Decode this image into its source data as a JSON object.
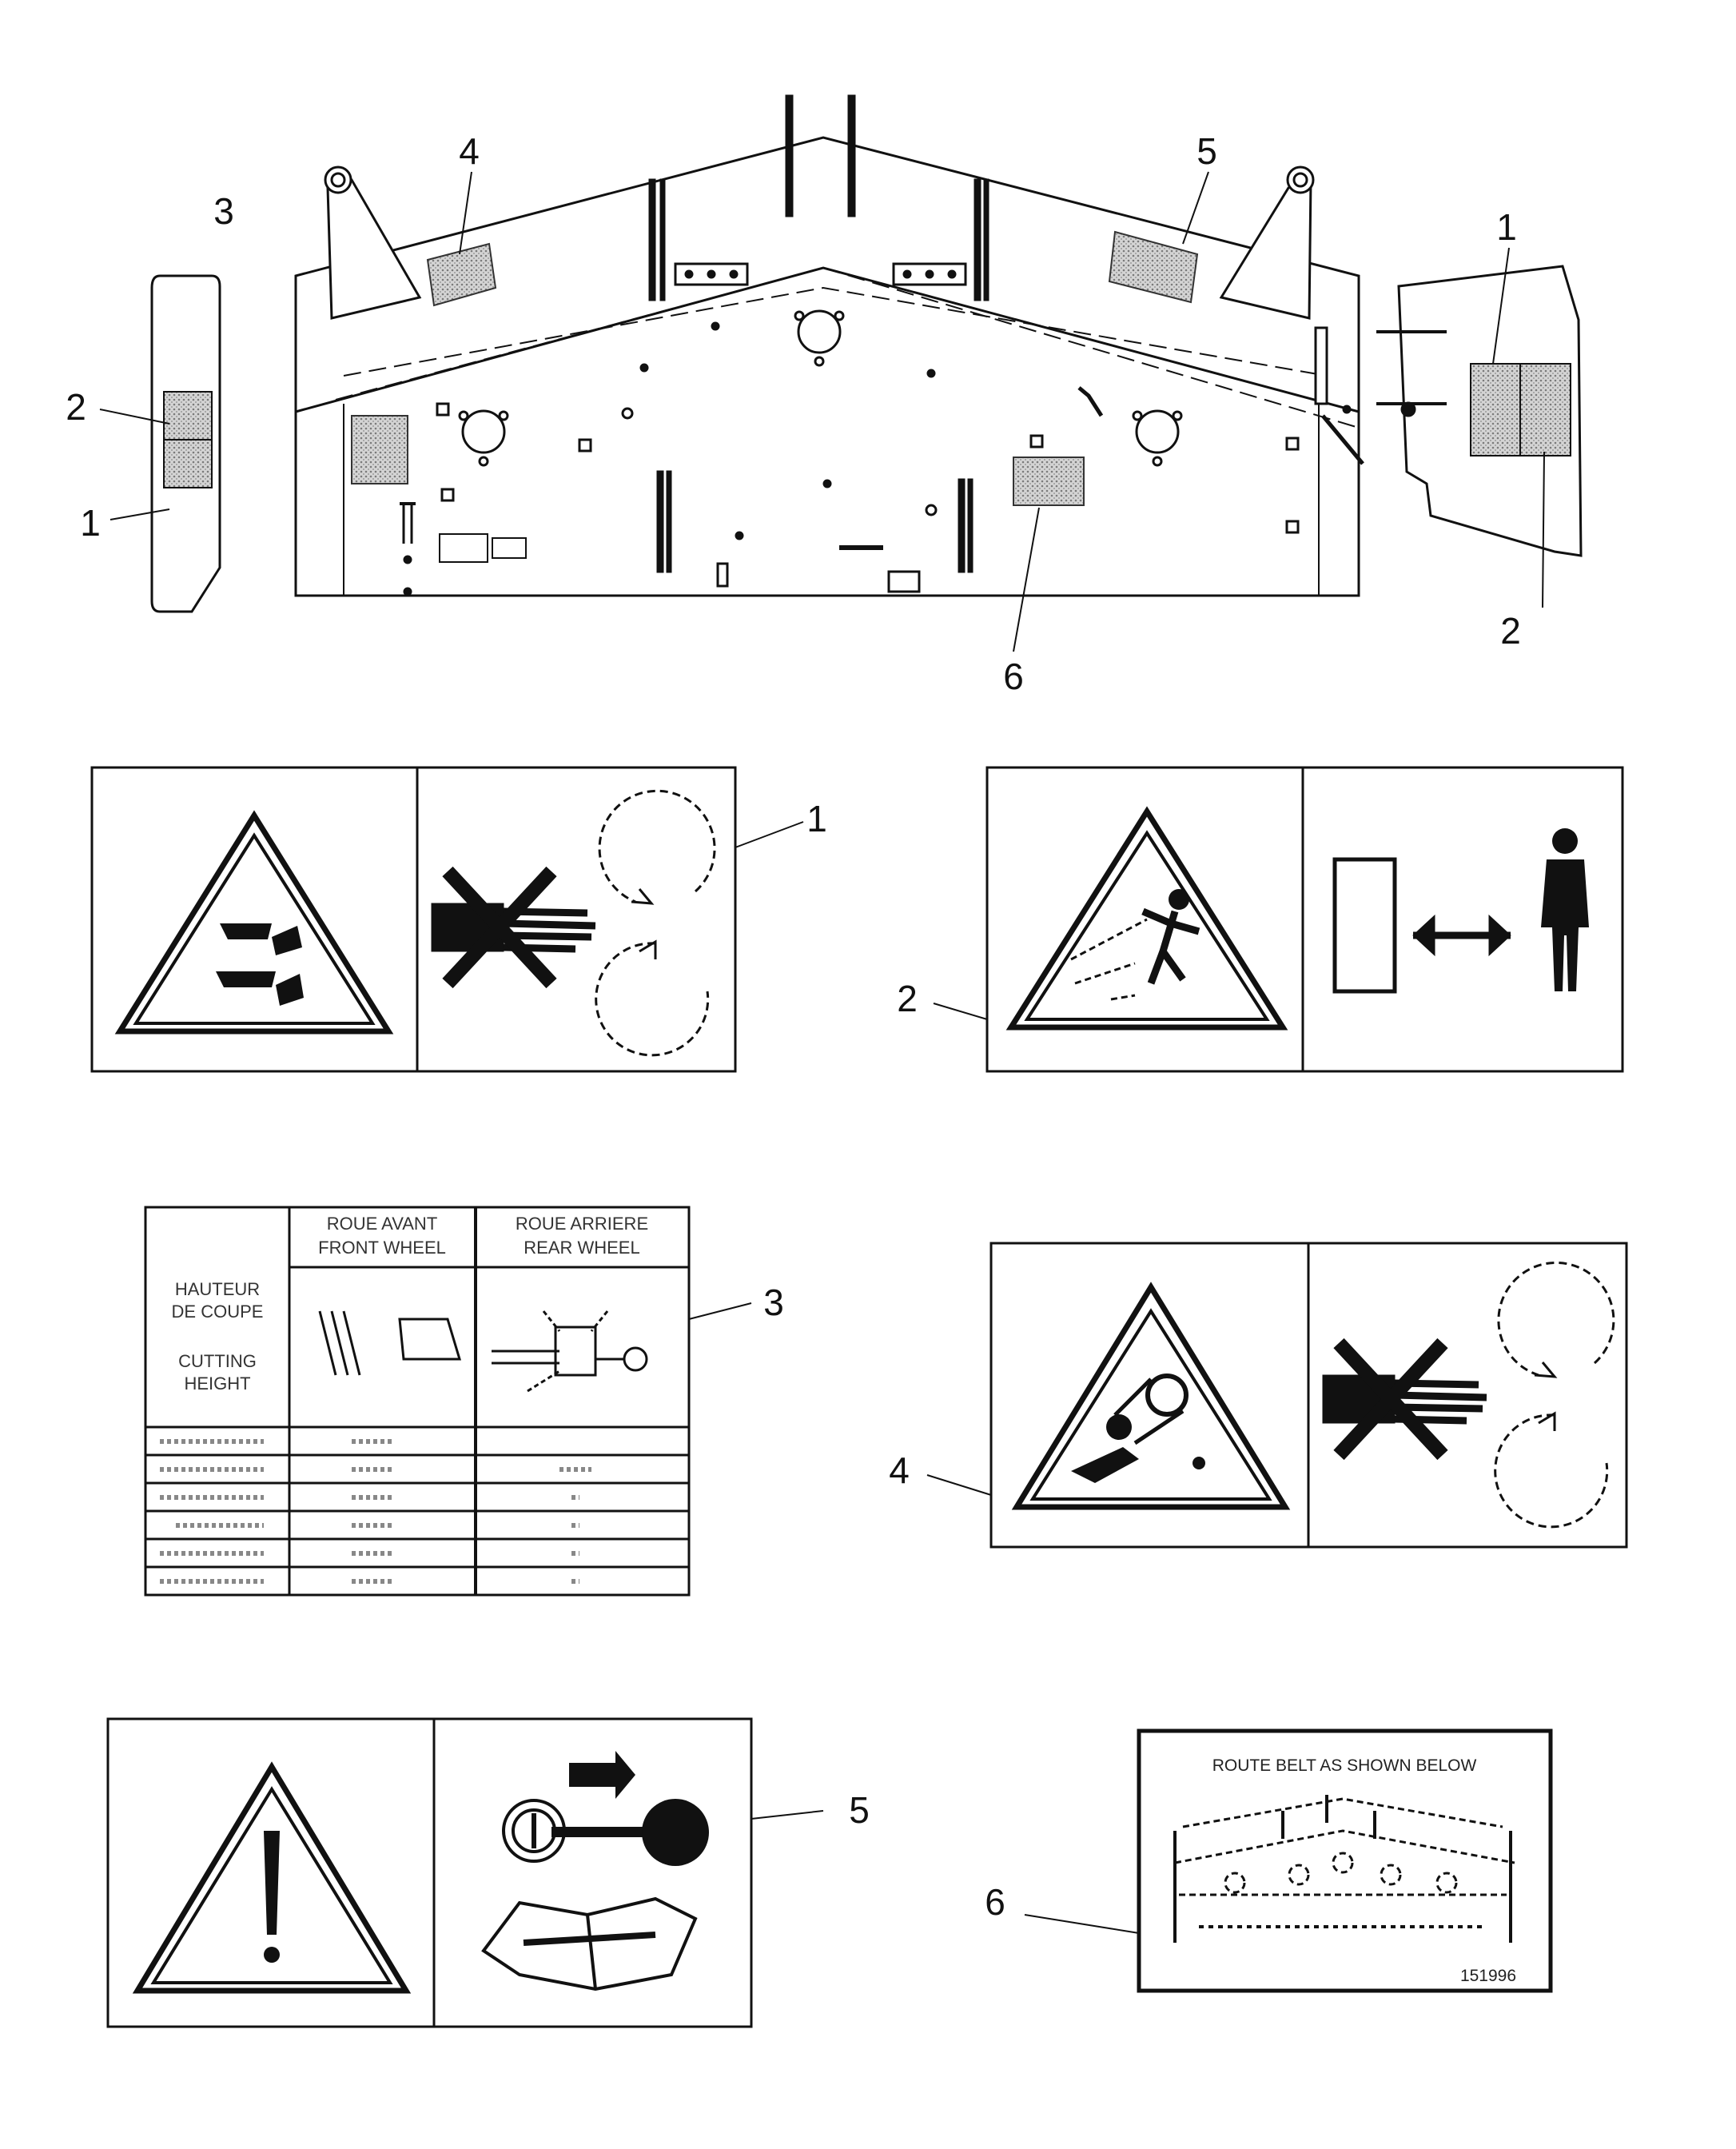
{
  "callouts": {
    "c1": "1",
    "c2": "2",
    "c3": "3",
    "c4": "4",
    "c5": "5",
    "c6": "6"
  },
  "decal3": {
    "header_front": [
      "ROUE AVANT",
      "FRONT WHEEL"
    ],
    "header_rear": [
      "ROUE ARRIERE",
      "REAR WHEEL"
    ],
    "row_header": [
      "HAUTEUR",
      "DE COUPE",
      "CUTTING",
      "HEIGHT"
    ]
  },
  "decal6": {
    "caption": "ROUTE BELT AS SHOWN BELOW",
    "part_number": "151996"
  },
  "colors": {
    "ink": "#111111",
    "decal_fill": "#bdbdbd",
    "paper": "#ffffff"
  }
}
